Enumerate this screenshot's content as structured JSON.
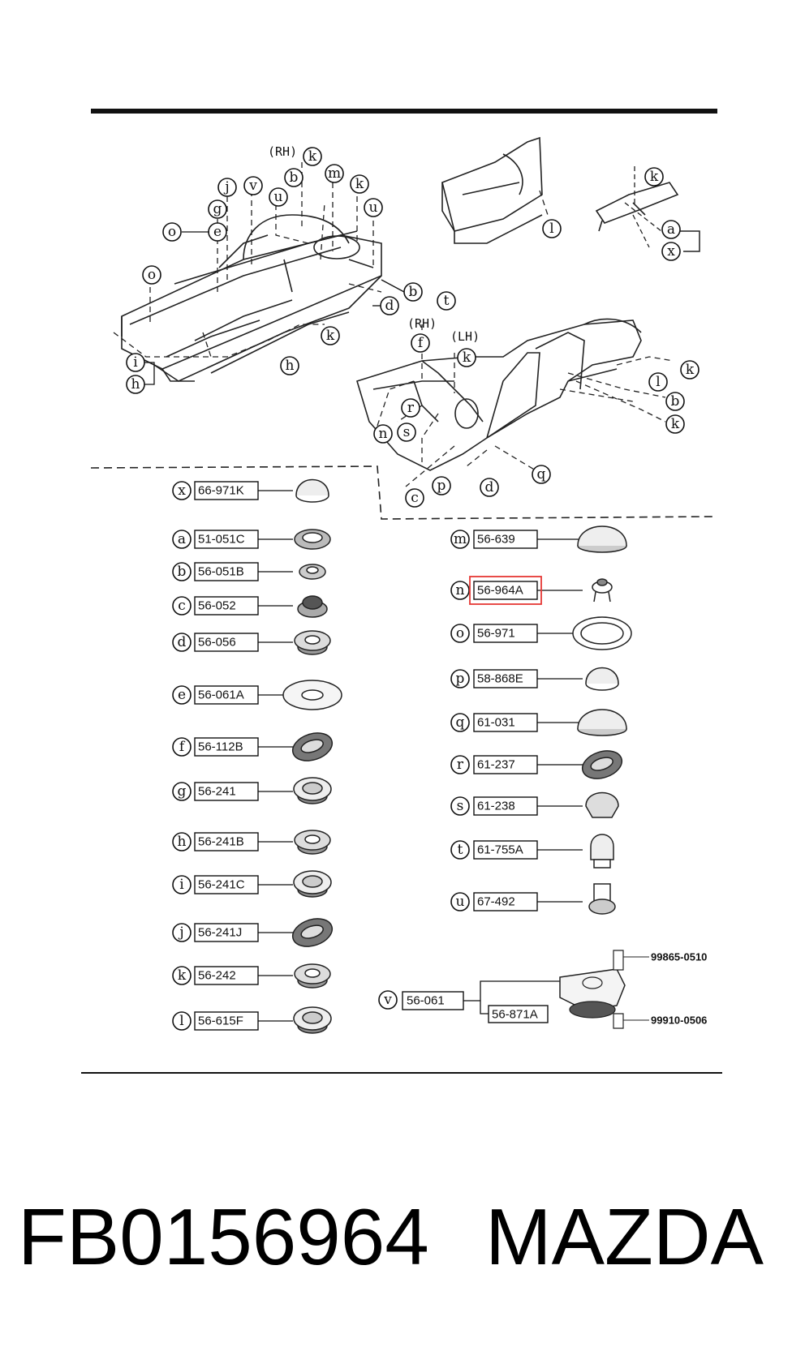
{
  "diagram": {
    "side_labels": {
      "rh_top": "(RH)",
      "rh_mid": "(RH)",
      "lh_mid": "(LH)"
    },
    "callout_letters": {
      "top_left": [
        "o",
        "e",
        "g",
        "j",
        "v",
        "u",
        "b",
        "k",
        "m",
        "k",
        "u",
        "o",
        "i",
        "h",
        "h",
        "d",
        "b",
        "k"
      ],
      "top_right": [
        "l",
        "k",
        "a",
        "x"
      ],
      "mid_right": [
        "t",
        "f",
        "k",
        "r",
        "n",
        "s",
        "c",
        "p",
        "d",
        "q",
        "l",
        "b",
        "k",
        "k"
      ]
    }
  },
  "parts": [
    {
      "letter": "x",
      "number": "66-971K"
    },
    {
      "letter": "a",
      "number": "51-051C"
    },
    {
      "letter": "b",
      "number": "56-051B"
    },
    {
      "letter": "c",
      "number": "56-052"
    },
    {
      "letter": "d",
      "number": "56-056"
    },
    {
      "letter": "e",
      "number": "56-061A"
    },
    {
      "letter": "f",
      "number": "56-112B"
    },
    {
      "letter": "g",
      "number": "56-241"
    },
    {
      "letter": "h",
      "number": "56-241B"
    },
    {
      "letter": "i",
      "number": "56-241C"
    },
    {
      "letter": "j",
      "number": "56-241J"
    },
    {
      "letter": "k",
      "number": "56-242"
    },
    {
      "letter": "l",
      "number": "56-615F"
    },
    {
      "letter": "m",
      "number": "56-639"
    },
    {
      "letter": "n",
      "number": "56-964A",
      "highlighted": true,
      "highlight_color": "#e53935"
    },
    {
      "letter": "o",
      "number": "56-971"
    },
    {
      "letter": "p",
      "number": "58-868E"
    },
    {
      "letter": "q",
      "number": "61-031"
    },
    {
      "letter": "r",
      "number": "61-237"
    },
    {
      "letter": "s",
      "number": "61-238"
    },
    {
      "letter": "t",
      "number": "61-755A"
    },
    {
      "letter": "u",
      "number": "67-492"
    },
    {
      "letter": "v",
      "number": "56-061",
      "sub_number": "56-871A",
      "bolt_top": "99865-0510",
      "bolt_bottom": "99910-0506"
    }
  ],
  "footer": {
    "part_number": "FB0156964",
    "brand": "MAZDA"
  }
}
